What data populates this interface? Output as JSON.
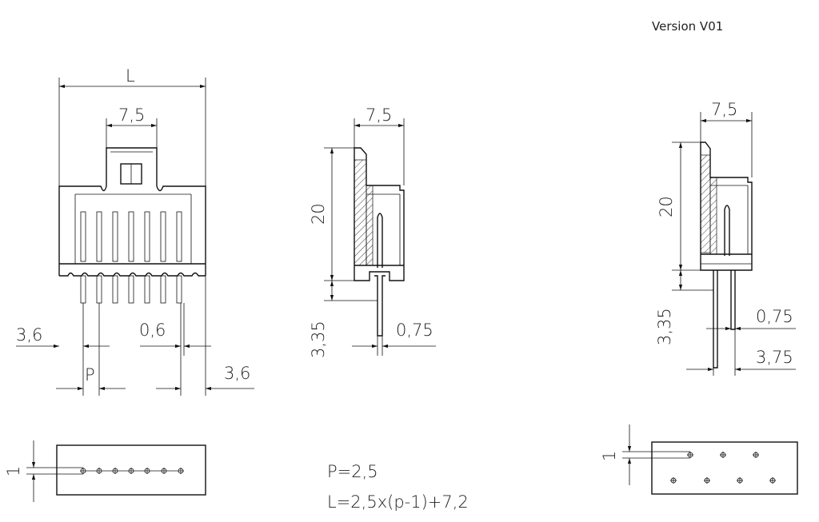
{
  "version": "Version V01",
  "front_view": {
    "dim_L": "L",
    "dim_width": "7,5",
    "dim_left_offset": "3,6",
    "dim_pin_width": "0,6",
    "dim_pitch": "P",
    "dim_right_offset": "3,6"
  },
  "side_view_1": {
    "dim_width": "7,5",
    "dim_height": "20",
    "dim_pin_length": "3,35",
    "dim_pin_thickness": "0,75"
  },
  "side_view_2": {
    "dim_width": "7,5",
    "dim_height": "20",
    "dim_pin_length": "3,35",
    "dim_pin_thickness": "0,75",
    "dim_pin_offset": "3,75"
  },
  "footprint_single_row": {
    "dim_hole_diameter": "1"
  },
  "footprint_double_row": {
    "dim_hole_diameter": "1"
  },
  "formula_pitch": "P=2,5",
  "formula_length": "L=2,5x(p-1)+7,2"
}
